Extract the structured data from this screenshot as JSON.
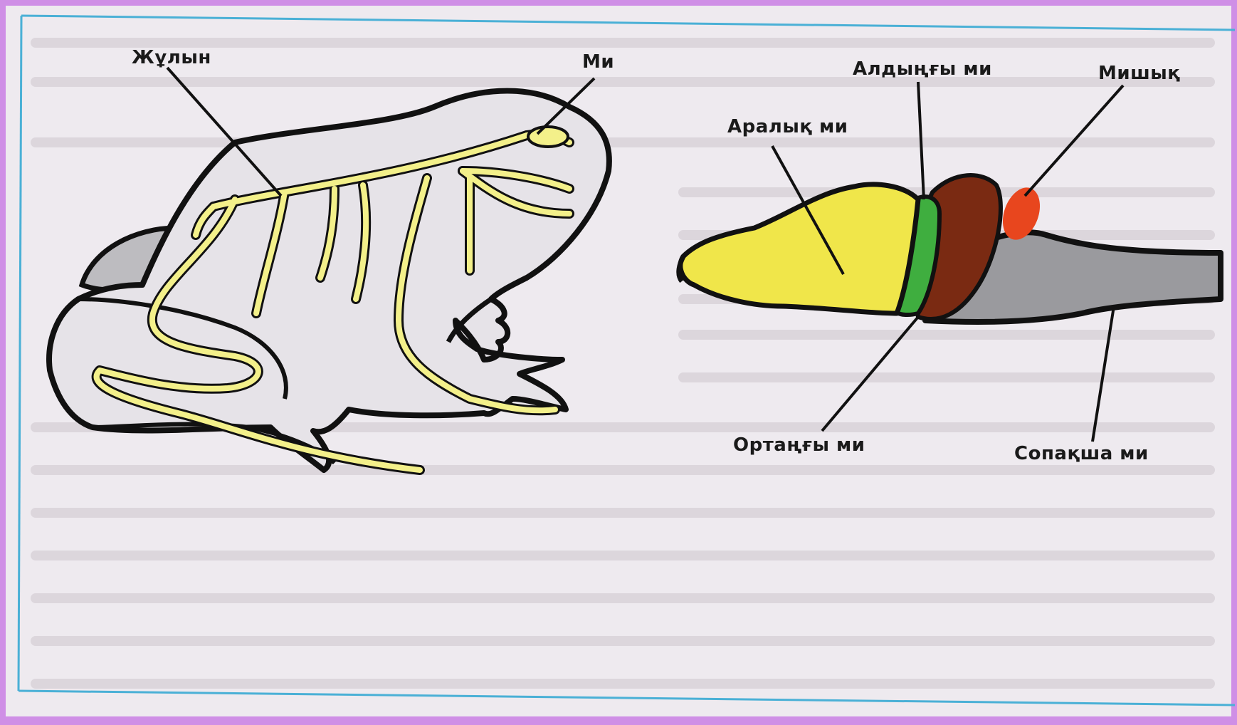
{
  "labels": {
    "spinal_cord": "Жұлын",
    "brain": "Ми",
    "forebrain": "Алдыңғы ми",
    "cerebellum": "Мишық",
    "diencephalon": "Аралық ми",
    "midbrain": "Ортаңғы ми",
    "medulla": "Сопақша ми"
  },
  "colors": {
    "frame_border": "#cf8fe6",
    "page": "#eeeaef",
    "panel_line": "#4ab0d6",
    "nerves": "#f3f08a",
    "diencephalon": "#f0e64a",
    "forebrain": "#3fae3f",
    "midbrain": "#7a2a12",
    "cerebellum": "#e8461e",
    "medulla": "#9a9a9e"
  }
}
